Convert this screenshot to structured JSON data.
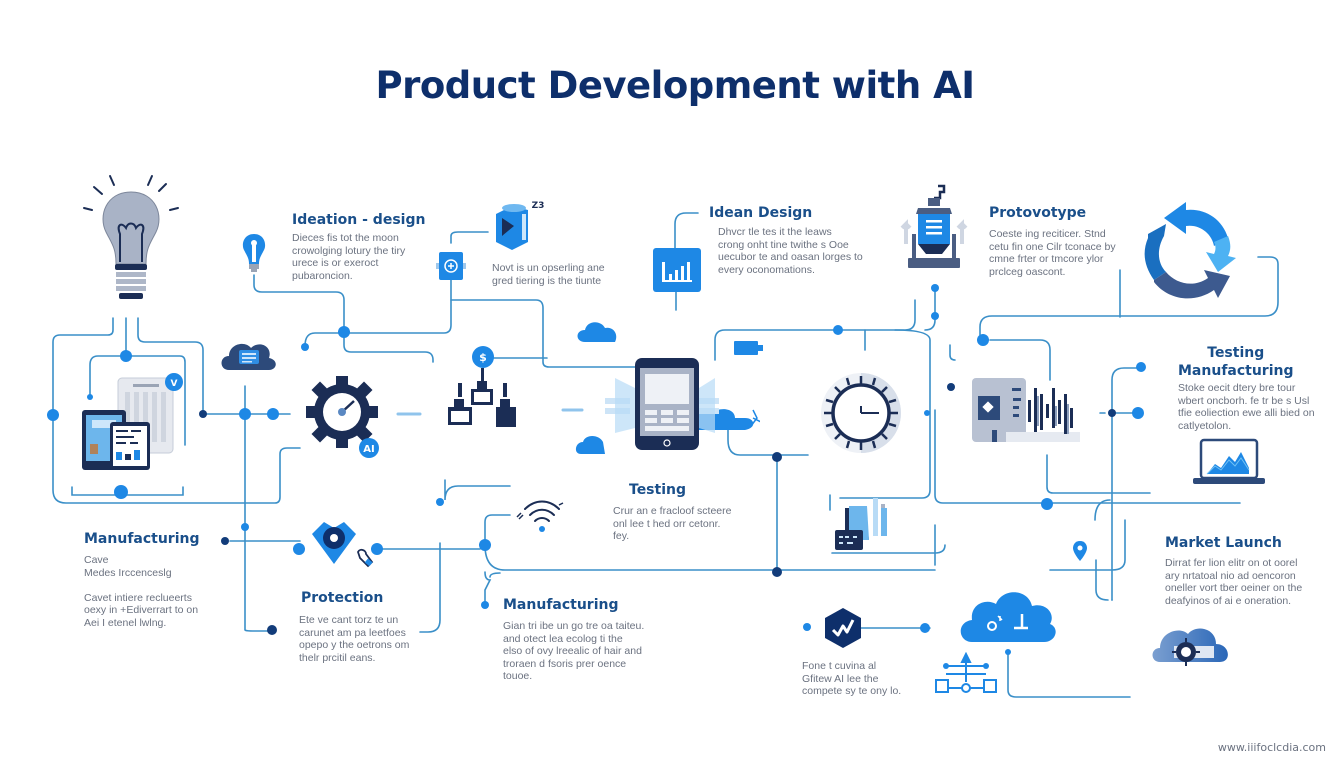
{
  "title": "Product Development with  AI",
  "colors": {
    "title": "#0e2f6b",
    "heading": "#1a4f8a",
    "wire": "#3a8fc8",
    "node": "#1e88e5",
    "dark_node": "#123c7a",
    "icon_blue": "#1e88e5",
    "icon_navy": "#1b2d55",
    "icon_grey": "#a9b3c6",
    "body_text": "#6b7280"
  },
  "sections": [
    {
      "id": "ideation-design",
      "heading": "Ideation - design",
      "text": "Dieces fis tot the moon\ncrowolging lotury the tiry\nurece is or exeroct\npubaroncion."
    },
    {
      "id": "ideation-design-note",
      "heading": "",
      "text": "Novt is un opserling ane\ngred tiering is the tiunte"
    },
    {
      "id": "idean-design",
      "heading": "Idean Design",
      "text": "Dhvcr tle tes it the leaws\ncrong onht tine twithe s Ooe\nuecubor te and oasan lorges to\nevery oconomations."
    },
    {
      "id": "prototype",
      "heading": "Protovotype",
      "text": "Coeste ing reciticer. Stnd\ncetu fin one Cilr tconace by\ncmne frter or tmcore ylor\nprclceg oascont."
    },
    {
      "id": "testing-manufacturing",
      "heading": "Testing\nManufacturing",
      "text": "Stoke oecit dtery bre tour\nwbert oncborh. fe tr be s Usl\ntfie eoliection ewe alli bied on\ncatlyetolon."
    },
    {
      "id": "manufacturing-left",
      "heading": "Manufacturing",
      "text": "Cave\nMedes Irccenceslg\n\nCavet intiere reclueerts\noexy in +Ediverrart to on\nAei I etenel lwlng."
    },
    {
      "id": "protection",
      "heading": "Protection",
      "text": "Ete ve cant torz te un\ncarunet am pa leetfoes\nopepo y the oetrons om\nthelr prcitil eans."
    },
    {
      "id": "testing",
      "heading": "Testing",
      "text": "Crur an e fracloof scteere\nonl lee t hed orr cetonr.\nfey."
    },
    {
      "id": "manufacturing-center",
      "heading": "Manufacturing",
      "text": "Gian tri ibe un go tre oa taiteu.\nand otect lea ecolog ti the\nelso of ovy lreealic of hair and\ntroraen d fsoris prer oence\ntouoe."
    },
    {
      "id": "ai-note",
      "heading": "",
      "text": "Fone t cuvina al\nGfitew AI lee the\ncompete sy te ony lo."
    },
    {
      "id": "market-launch",
      "heading": "Market Launch",
      "text": "Dirrat fer lion elitr on ot oorel\nary nrtatoal nio ad oencoron\noneller vort tber oeiner on the\ndeafyinos of ai e oneration."
    }
  ],
  "icons": [
    {
      "name": "lightbulb-icon"
    },
    {
      "name": "small-lightbulb-icon"
    },
    {
      "name": "cube-icon",
      "badge": "Z3"
    },
    {
      "name": "chip-icon"
    },
    {
      "name": "bar-chart-icon"
    },
    {
      "name": "prototype-machine-icon"
    },
    {
      "name": "cycle-arrows-icon"
    },
    {
      "name": "devices-icon"
    },
    {
      "name": "cloud-document-icon"
    },
    {
      "name": "ai-gear-icon",
      "badge": "AI"
    },
    {
      "name": "org-chart-icon",
      "badge": "$"
    },
    {
      "name": "smartphone-icon"
    },
    {
      "name": "clock-dial-icon"
    },
    {
      "name": "factory-waveform-icon"
    },
    {
      "name": "laptop-chart-icon"
    },
    {
      "name": "protection-shield-icon"
    },
    {
      "name": "wireless-signal-icon"
    },
    {
      "name": "manufacturing-tools-icon"
    },
    {
      "name": "analytics-check-icon"
    },
    {
      "name": "cloud-icon"
    },
    {
      "name": "network-flow-icon"
    },
    {
      "name": "cloud-gear-icon"
    },
    {
      "name": "map-pin-icon"
    }
  ],
  "footer": {
    "text": "www.iiifoclcdia.com"
  }
}
